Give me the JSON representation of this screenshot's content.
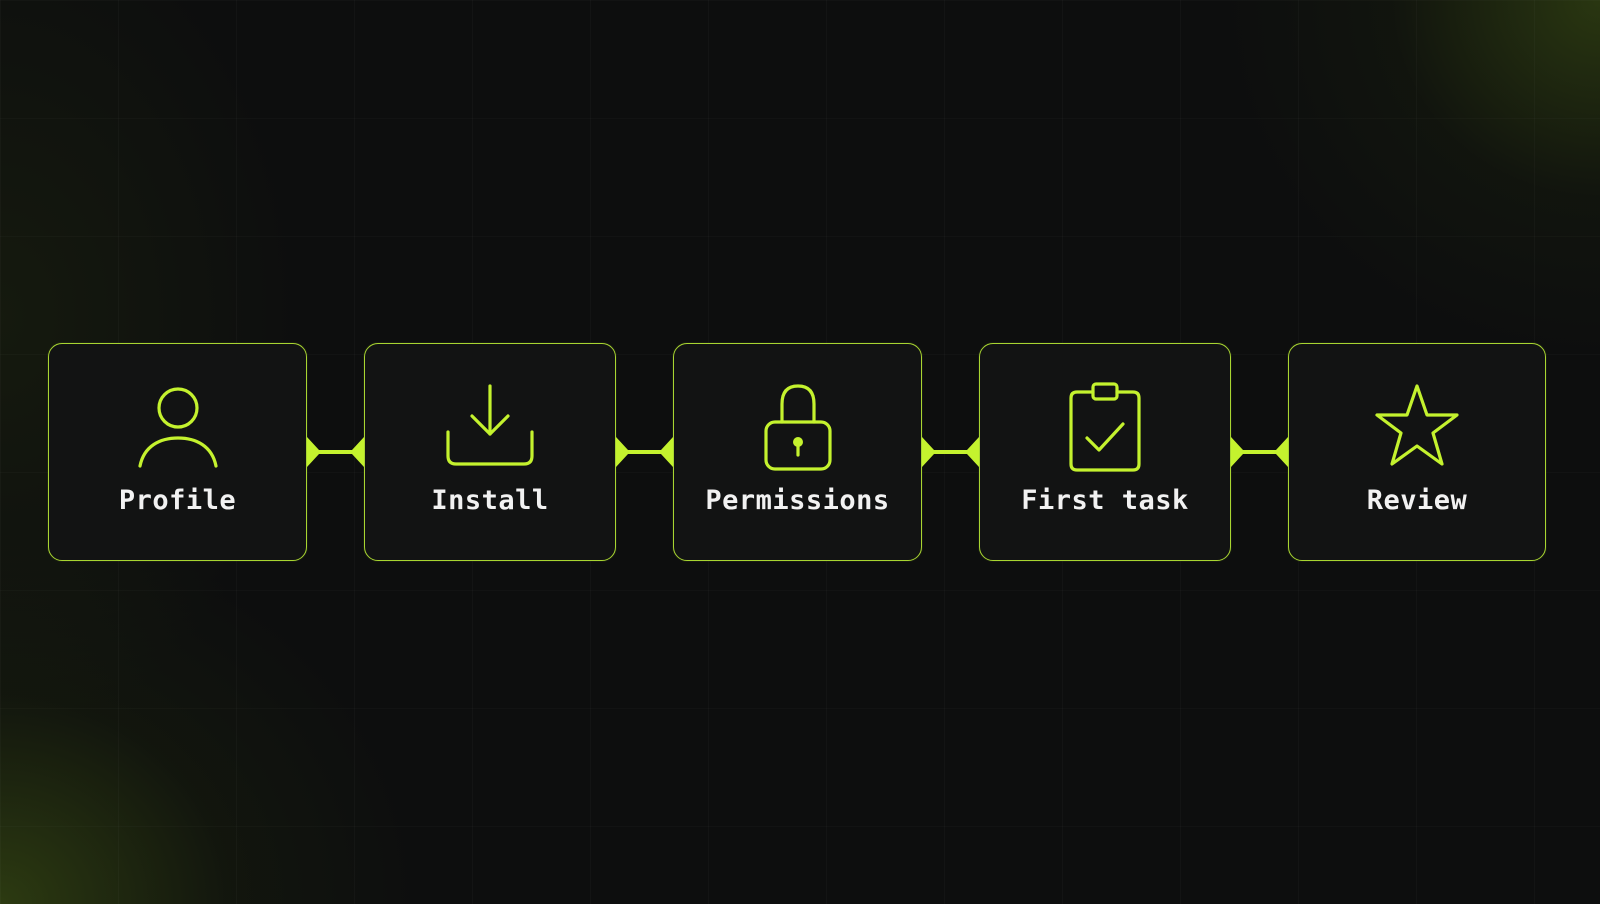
{
  "colors": {
    "background": "#0d0e0e",
    "card_background": "#121313",
    "accent": "#c4f22e",
    "card_border": "#a8d531",
    "label_text": "#f2f2f2"
  },
  "steps": [
    {
      "label": "Profile",
      "icon": "user-icon"
    },
    {
      "label": "Install",
      "icon": "download-icon"
    },
    {
      "label": "Permissions",
      "icon": "lock-icon"
    },
    {
      "label": "First task",
      "icon": "clipboard-check-icon"
    },
    {
      "label": "Review",
      "icon": "star-icon"
    }
  ]
}
